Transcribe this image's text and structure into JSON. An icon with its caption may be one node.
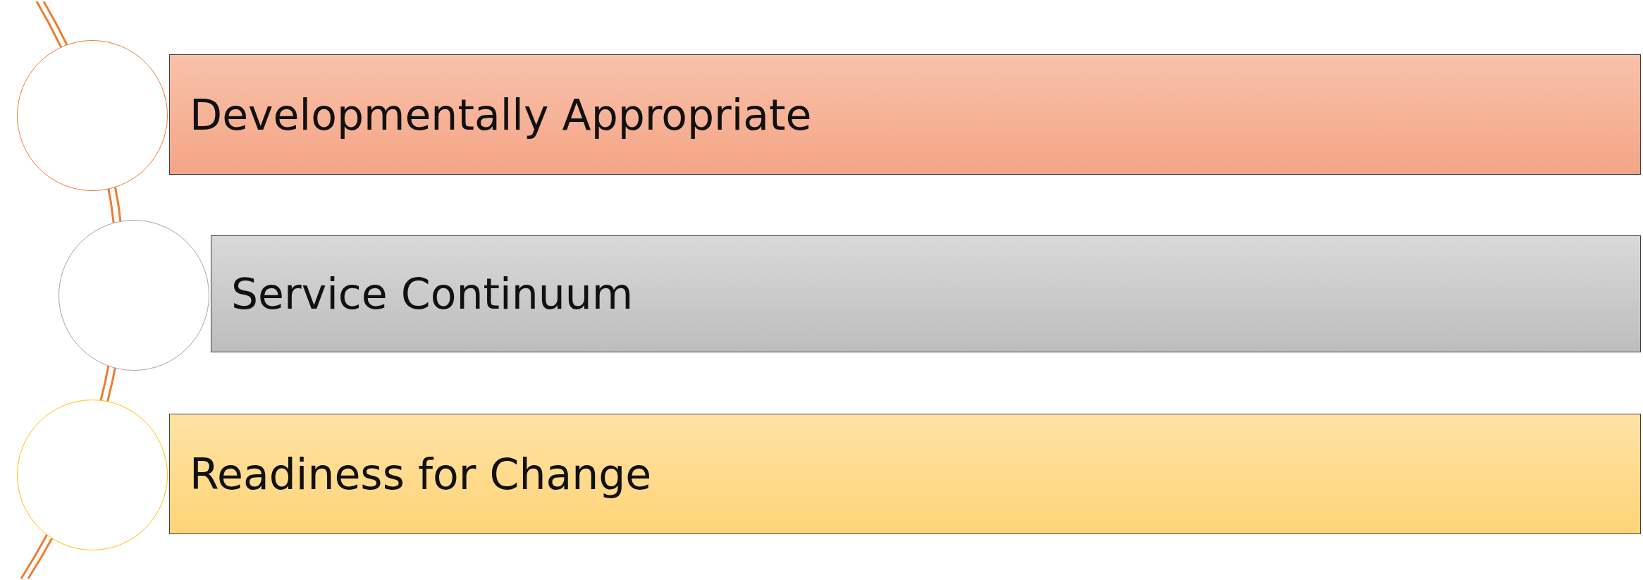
{
  "diagram": {
    "nodes": [
      {
        "text": [
          "Developmentally Appropriate"
        ]
      },
      {
        "text": [
          "Service Continuum"
        ]
      },
      {
        "text": [
          "Readiness for Change"
        ]
      },
      {
        "text": [],
        "shape": "circle"
      },
      {
        "text": [],
        "shape": "circle"
      },
      {
        "text": [],
        "shape": "circle"
      }
    ]
  }
}
